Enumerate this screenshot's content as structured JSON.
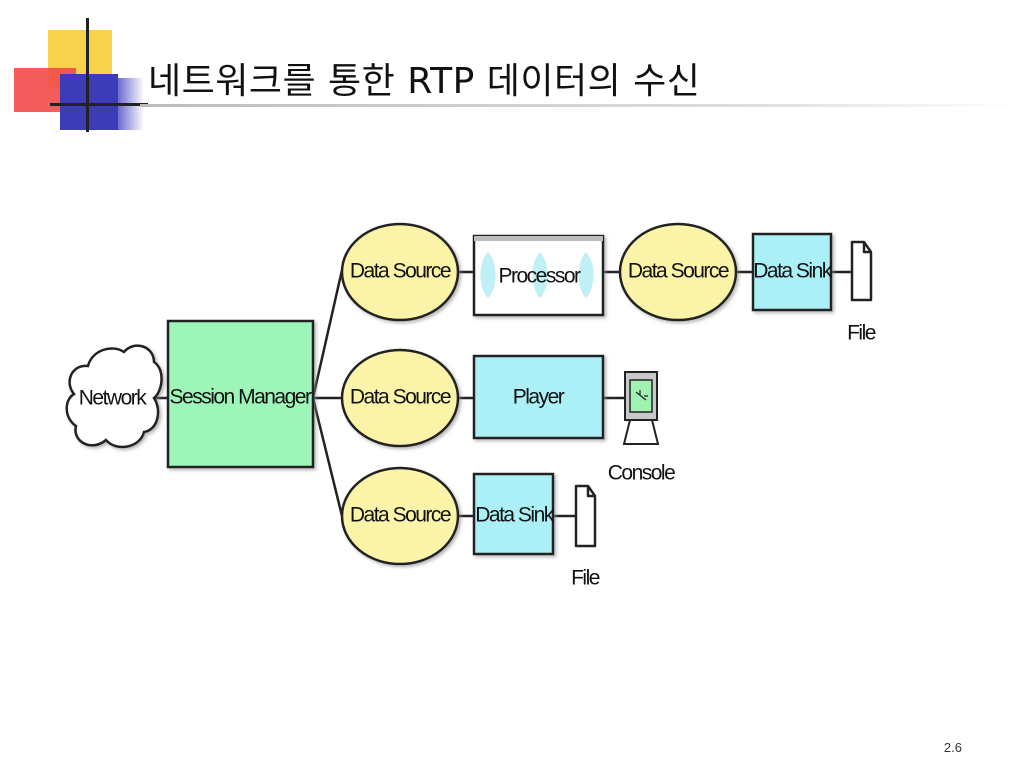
{
  "slide": {
    "title": "네트워크를 통한 RTP 데이터의 수신",
    "page_number": "2.6"
  },
  "diagram": {
    "network": "Network",
    "session_manager": "Session Manager",
    "data_source": "Data Source",
    "processor": "Processor",
    "player": "Player",
    "data_sink": "Data Sink",
    "file": "File",
    "console": "Console",
    "colors": {
      "data_source_fill": "#fbf3a8",
      "session_manager_fill": "#9ef5b8",
      "player_fill": "#aaf0f6",
      "data_sink_fill": "#aaf0f6",
      "processor_fill": "#ffffff",
      "processor_wave": "#bff0f6",
      "console_screen": "#9ff2b2"
    }
  }
}
